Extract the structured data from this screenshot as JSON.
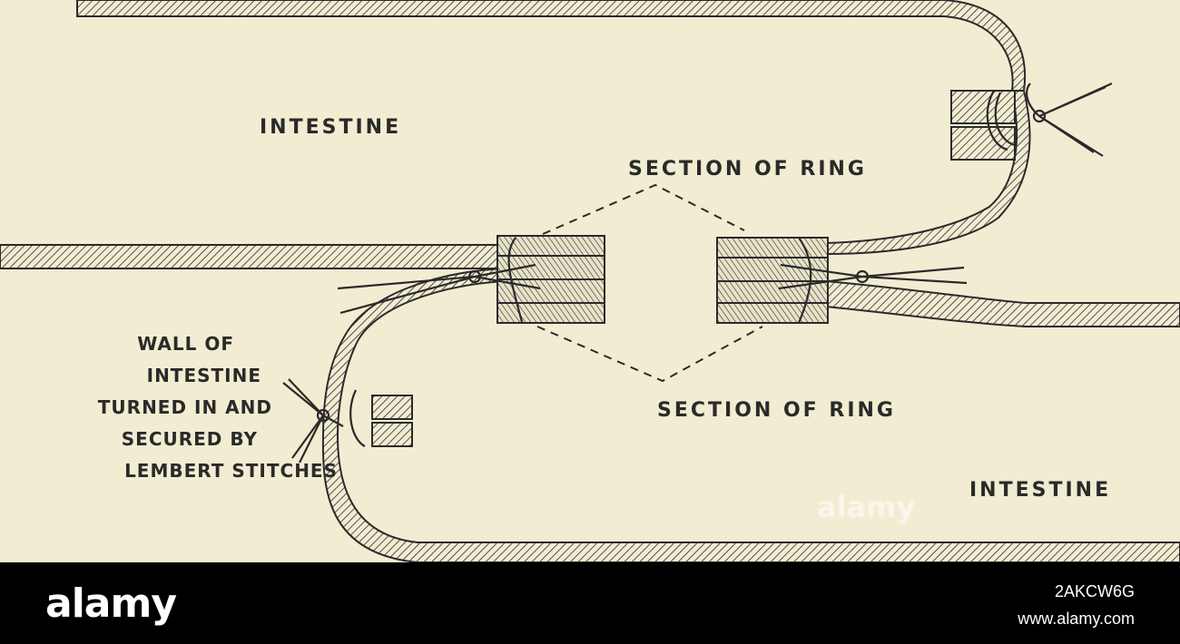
{
  "diagram": {
    "labels": {
      "intestine_top": "INTESTINE",
      "section_ring_top": "SECTION OF RING",
      "section_ring_bottom": "SECTION OF RING",
      "intestine_bottom": "INTESTINE"
    },
    "wall_note": [
      "WALL OF",
      "INTESTINE",
      "TURNED IN AND",
      "SECURED BY",
      "LEMBERT STITCHES"
    ],
    "watermark": "alamy"
  },
  "footer": {
    "brand": "alamy",
    "image_id": "2AKCW6G",
    "site": "www.alamy.com"
  },
  "colors": {
    "paper": "#f2ecd2",
    "ink": "#2a2a2a",
    "footer_bg": "#000000",
    "footer_text": "#ffffff"
  }
}
